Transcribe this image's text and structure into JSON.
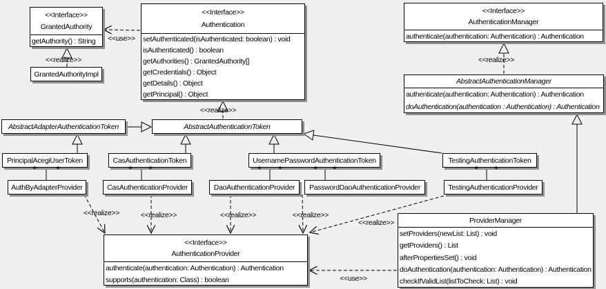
{
  "labels": {
    "interface": "<<Interface>>",
    "realize": "<<realize>>",
    "use": "<<use>>",
    "plus": "+"
  },
  "classes": {
    "granted_authority": {
      "stereotype": "<<Interface>>",
      "name": "GrantedAuthority",
      "methods": [
        "getAuthority() : String"
      ]
    },
    "granted_authority_impl": {
      "name": "GrantedAuthorityImpl"
    },
    "authentication": {
      "stereotype": "<<Interface>>",
      "name": "Authentication",
      "methods": [
        "setAuthenticated(isAuthenticated: boolean) : void",
        "isAuthenticated() : boolean",
        "getAuthorities() : GrantedAuthority[]",
        "getCredentials() : Object",
        "getDetails() : Object",
        "getPrincipal() : Object"
      ]
    },
    "authentication_manager": {
      "stereotype": "<<Interface>>",
      "name": "AuthenticationManager",
      "methods": [
        "authenticate(authentication: Authentication) : Authentication"
      ]
    },
    "abstract_authentication_manager": {
      "name": "AbstractAuthenticationManager",
      "methods": [
        "authenticate(authentication: Authentication) : Authentication",
        "doAuthentication(authentication : Authentication) : Authentication"
      ]
    },
    "abstract_adapter_authentication_token": {
      "name": "AbstractAdapterAuthenticationToken"
    },
    "abstract_authentication_token": {
      "name": "AbstractAuthenticationToken"
    },
    "principal_acegi_user_token": {
      "name": "PrincipalAcegiUserToken"
    },
    "cas_authentication_token": {
      "name": "CasAuthenticationToken"
    },
    "username_password_authentication_token": {
      "name": "UsernamePasswordAuthenticationToken"
    },
    "testing_authentication_token": {
      "name": "TestingAuthenticationToken"
    },
    "auth_by_adapter_provider": {
      "name": "AuthByAdapterProvider"
    },
    "cas_authentication_provider": {
      "name": "CasAuthenticationProvider"
    },
    "dao_authentication_provider": {
      "name": "DaoAuthenticationProvider"
    },
    "password_dao_authentication_provider": {
      "name": "PasswordDaoAuthenticationProvider"
    },
    "testing_authentication_provider": {
      "name": "TestingAuthenticationProvider"
    },
    "authentication_provider": {
      "stereotype": "<<Interface>>",
      "name": "AuthenticationProvider",
      "methods": [
        "authenticate(authentication: Authentication) : Authentication",
        "supports(authentication: Class) : boolean"
      ]
    },
    "provider_manager": {
      "name": "ProviderManager",
      "methods": [
        "setProviders(newList: List) : void",
        "getProviders() : List",
        "afterPropertiesSet() : void",
        "doAuthentication(authentication: Authentication) : Authentication",
        "checkIfValidList(listToCheck: List) : void"
      ]
    }
  },
  "colors": {
    "background": "#f0f0f0",
    "box_fill": "#ffffff",
    "line": "#000000",
    "shadow": "#909090"
  }
}
